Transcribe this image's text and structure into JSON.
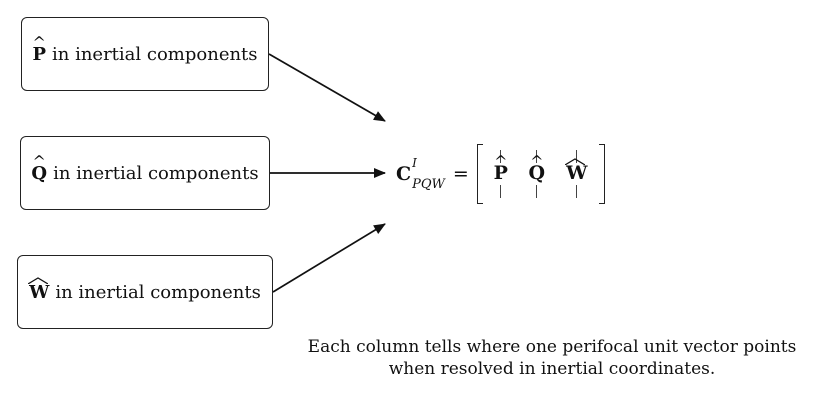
{
  "boxes": {
    "p": {
      "vector": "P",
      "text": "in inertial components"
    },
    "q": {
      "vector": "Q",
      "text": "in inertial components"
    },
    "w": {
      "vector": "W",
      "text": "in inertial components"
    }
  },
  "equation": {
    "matrix_symbol": "C",
    "superscript": "I",
    "subscript": "PQW",
    "equals": "=",
    "columns": [
      "P",
      "Q",
      "W"
    ]
  },
  "caption": {
    "line1": "Each column tells where one perifocal unit vector points",
    "line2": "when resolved in inertial coordinates."
  },
  "colors": {
    "stroke": "#222222",
    "text": "#111111"
  }
}
